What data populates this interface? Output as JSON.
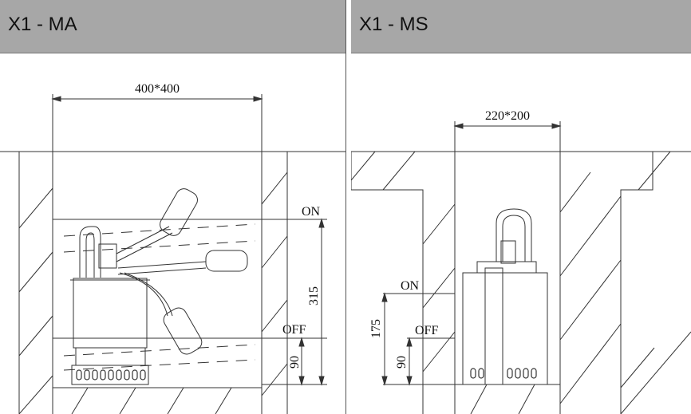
{
  "panels": [
    {
      "title": "X1 - MA",
      "dimension_top": "400*400",
      "labels": {
        "on": "ON",
        "off": "OFF",
        "dim_on": "315",
        "dim_off": "90"
      }
    },
    {
      "title": "X1 - MS",
      "dimension_top": "220*200",
      "labels": {
        "on": "ON",
        "off": "OFF",
        "dim_on": "175",
        "dim_off": "90"
      }
    }
  ],
  "colors": {
    "header": "#a7a7a7",
    "line": "#333333",
    "background": "#ffffff"
  }
}
